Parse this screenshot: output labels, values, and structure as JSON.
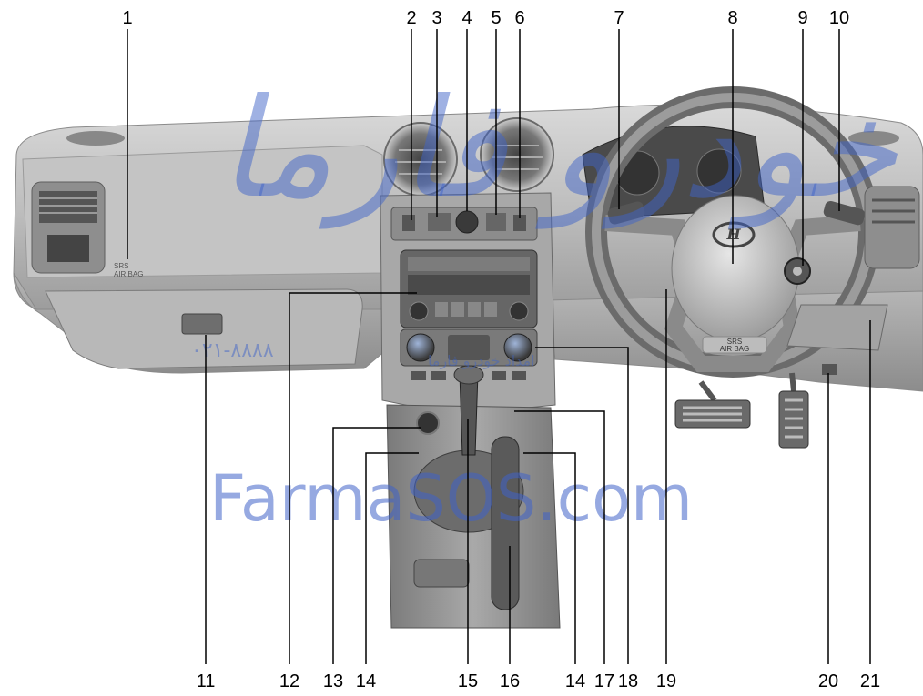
{
  "callouts": [
    "1",
    "2",
    "3",
    "4",
    "5",
    "6",
    "7",
    "8",
    "9",
    "10",
    "11",
    "12",
    "13",
    "14",
    "15",
    "16",
    "14",
    "17",
    "18",
    "19",
    "20",
    "21"
  ],
  "labels": {
    "passenger_airbag_1": "SRS",
    "passenger_airbag_2": "AIR BAG",
    "steering_airbag_1": "SRS",
    "steering_airbag_2": "AIR BAG"
  },
  "watermark": {
    "site": "FarmaSOS.com",
    "arabic": "امداد خودرو فارما",
    "phone": "۰۲۱-۸۸۸۸",
    "tag": "امداد خودرو فارما"
  }
}
